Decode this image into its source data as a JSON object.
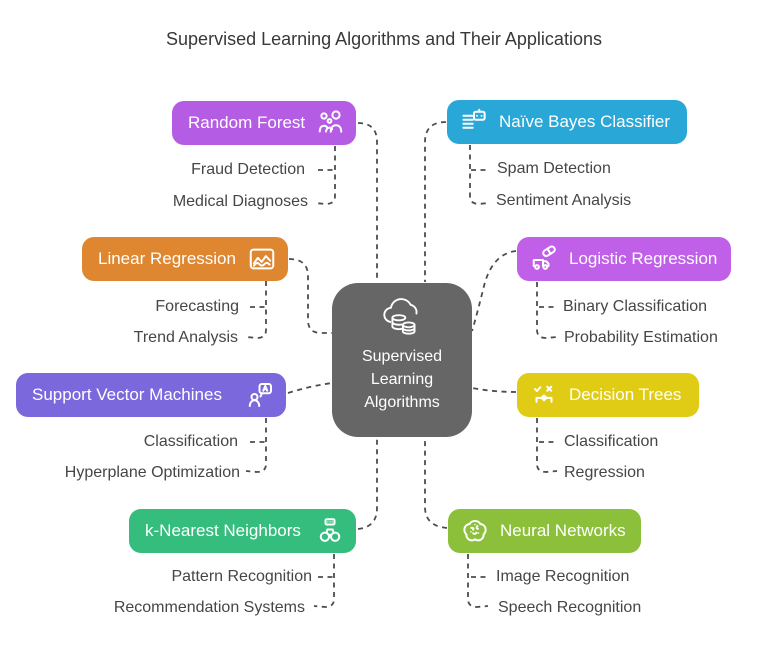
{
  "title": "Supervised Learning Algorithms and Their Applications",
  "colors": {
    "background": "#ffffff",
    "title_text": "#383838",
    "application_text": "#464646",
    "badge_text": "#ffffff",
    "connector": "#4d4d4d"
  },
  "center": {
    "label": "Supervised Learning Algorithms",
    "lines": [
      "Supervised",
      "Learning",
      "Algorithms"
    ],
    "color": "#666666",
    "icon": "cloud-database-icon"
  },
  "branches": [
    {
      "id": "random-forest",
      "label": "Random Forest",
      "color": "#b55ce4",
      "icon": "crowd-icon",
      "icon_side": "right",
      "applications": [
        "Fraud Detection",
        "Medical Diagnoses"
      ]
    },
    {
      "id": "naive-bayes",
      "label": "Naïve Bayes Classifier",
      "color": "#29a8d8",
      "icon": "robot-list-icon",
      "icon_side": "left",
      "applications": [
        "Spam Detection",
        "Sentiment Analysis"
      ]
    },
    {
      "id": "linear-regression",
      "label": "Linear Regression",
      "color": "#de8730",
      "icon": "line-chart-icon",
      "icon_side": "right",
      "applications": [
        "Forecasting",
        "Trend Analysis"
      ]
    },
    {
      "id": "logistic-regression",
      "label": "Logistic Regression",
      "color": "#c05fe8",
      "icon": "pill-truck-icon",
      "icon_side": "left",
      "applications": [
        "Binary Classification",
        "Probability Estimation"
      ]
    },
    {
      "id": "support-vector-machines",
      "label": "Support Vector Machines",
      "color": "#7b68dd",
      "icon": "person-chat-icon",
      "icon_side": "right",
      "applications": [
        "Classification",
        "Hyperplane Optimization"
      ]
    },
    {
      "id": "decision-trees",
      "label": "Decision Trees",
      "color": "#e0cb15",
      "icon": "decision-branch-icon",
      "icon_side": "left",
      "applications": [
        "Classification",
        "Regression"
      ]
    },
    {
      "id": "k-nearest-neighbors",
      "label": "k-Nearest Neighbors",
      "color": "#35bd7e",
      "icon": "binoculars-icon",
      "icon_side": "right",
      "applications": [
        "Pattern Recognition",
        "Recommendation Systems"
      ]
    },
    {
      "id": "neural-networks",
      "label": "Neural Networks",
      "color": "#8cbf3a",
      "icon": "brain-icon",
      "icon_side": "left",
      "applications": [
        "Image Recognition",
        "Speech Recognition"
      ]
    }
  ]
}
